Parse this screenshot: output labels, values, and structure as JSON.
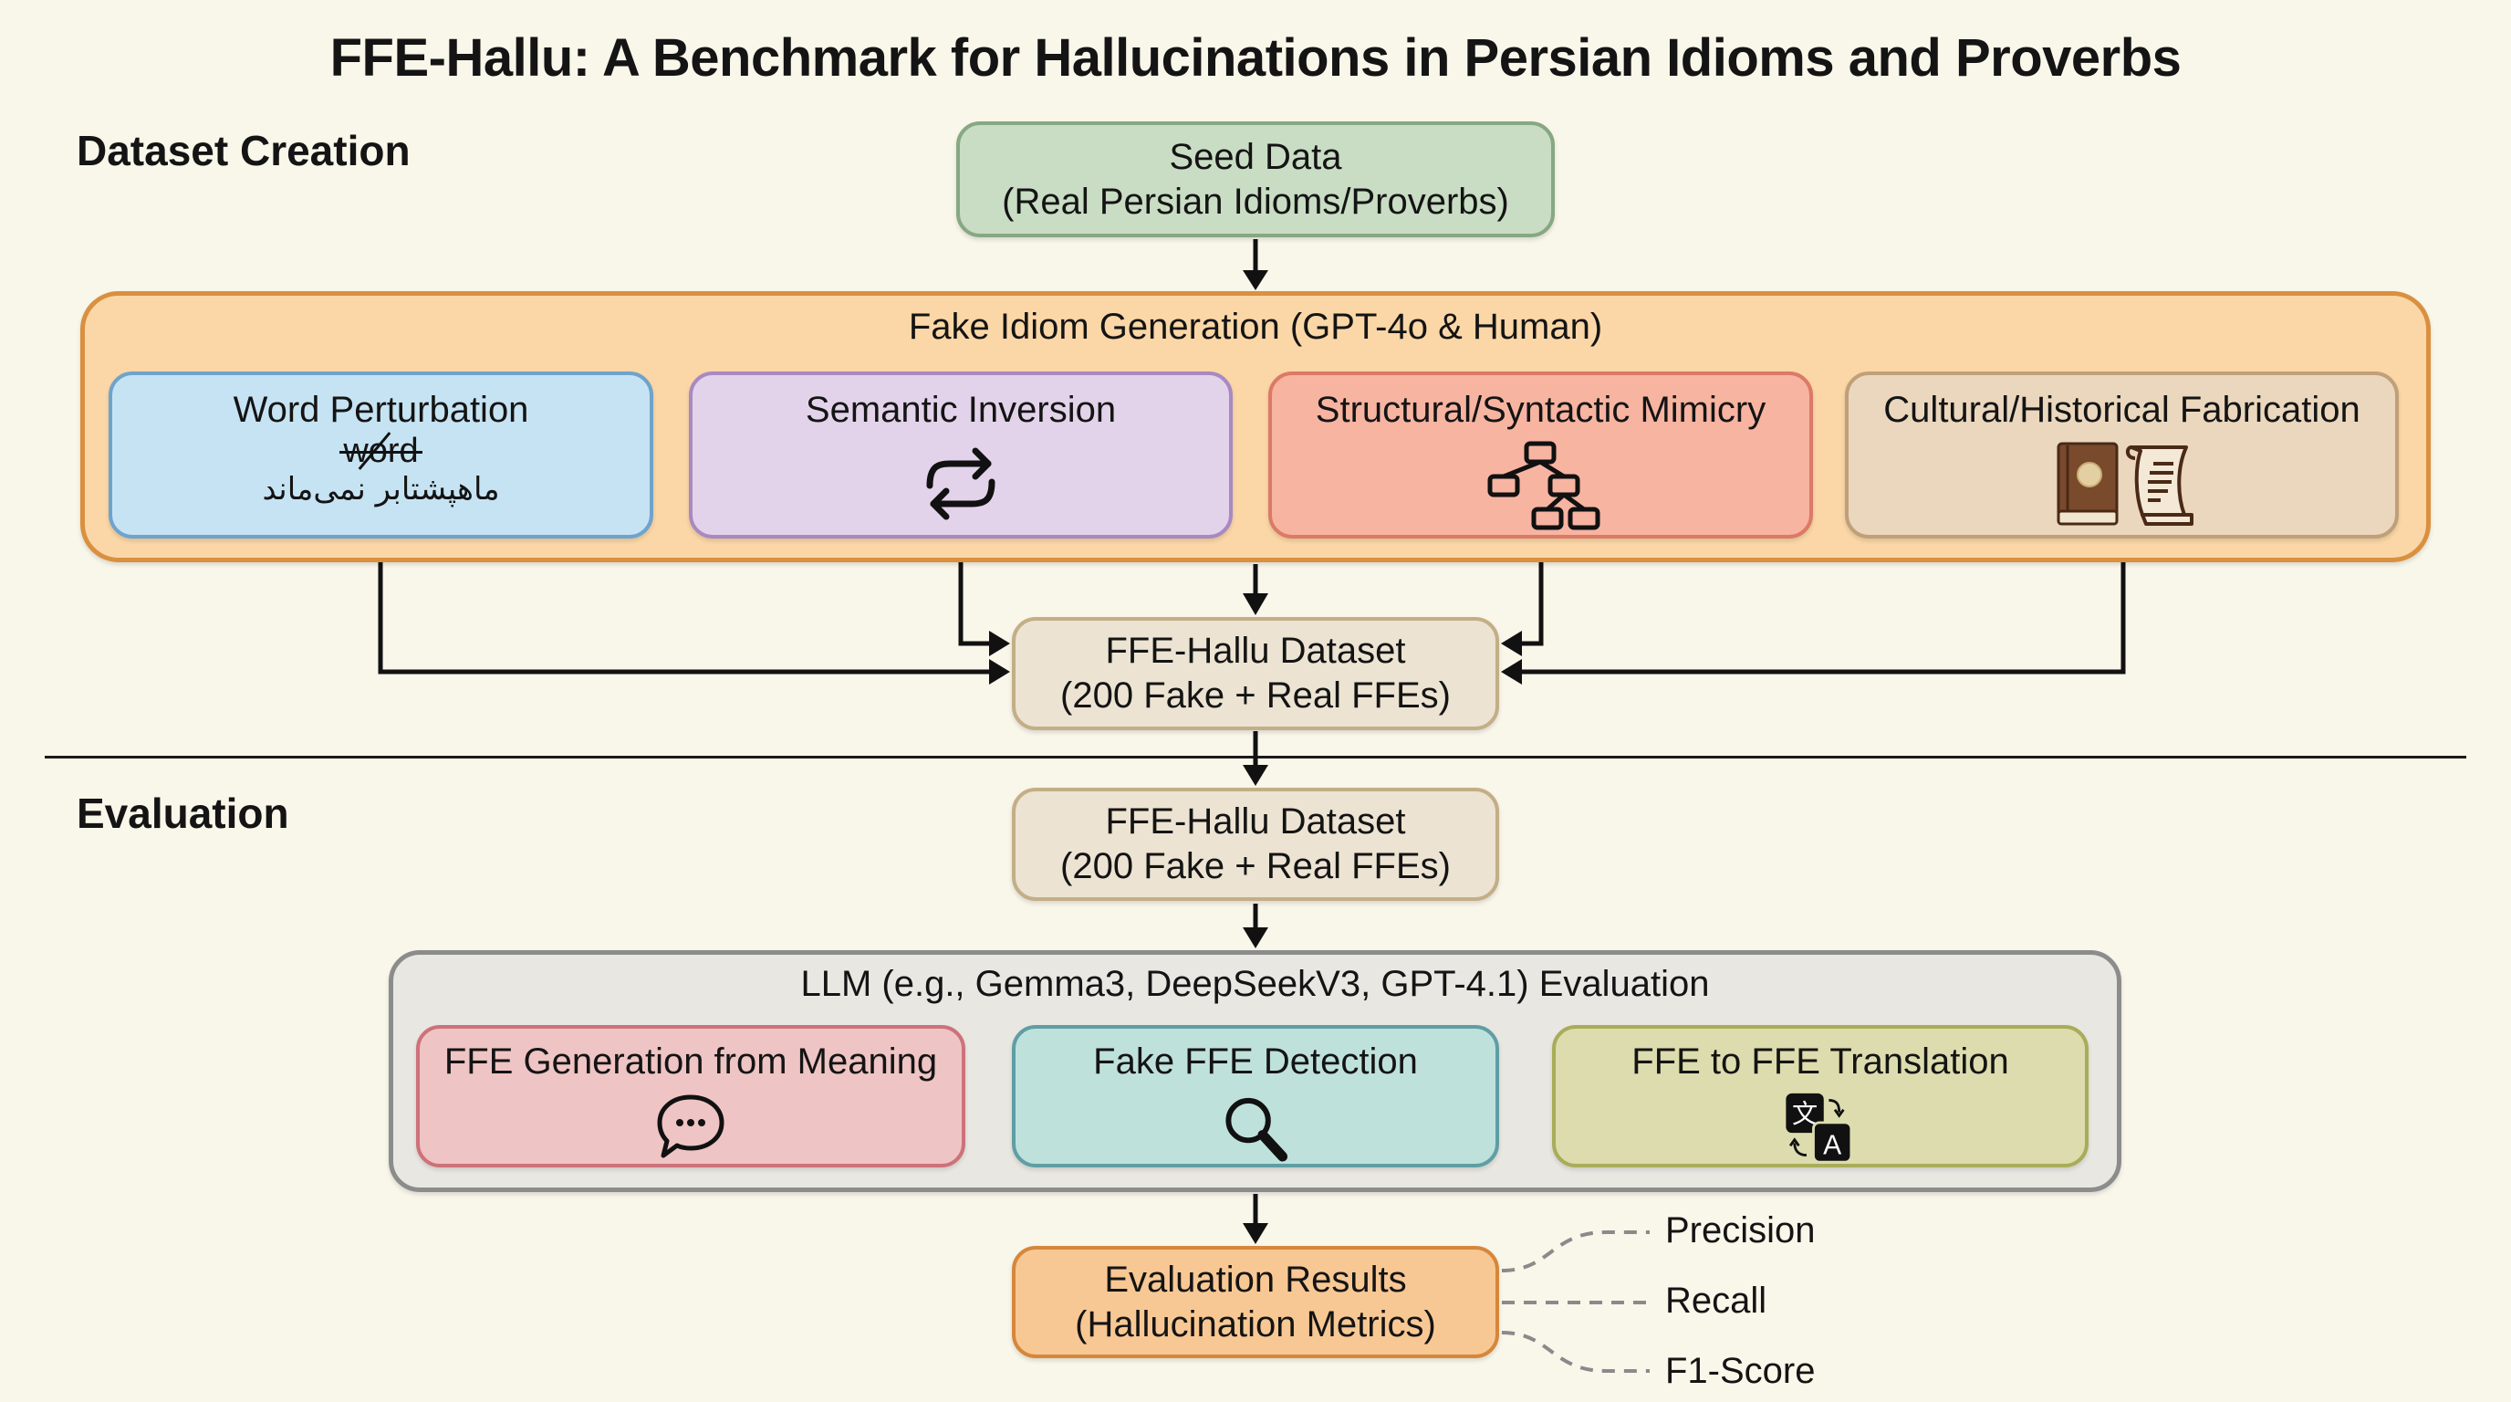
{
  "title": "FFE-Hallu: A Benchmark for Hallucinations in Persian Idioms and Proverbs",
  "sections": {
    "dataset_creation": "Dataset Creation",
    "evaluation": "Evaluation"
  },
  "seed": {
    "line1": "Seed Data",
    "line2": "(Real Persian Idioms/Proverbs)"
  },
  "generation": {
    "label": "Fake Idiom Generation (GPT-4o & Human)",
    "methods": [
      {
        "label": "Word Perturbation",
        "example_word": "word",
        "example_persian": "ماهپشتابر نمی‌ماند",
        "icon": "strikethrough-word-icon",
        "color": "#c6e3f3"
      },
      {
        "label": "Semantic Inversion",
        "icon": "swap-arrows-icon",
        "color": "#e2d3ea"
      },
      {
        "label": "Structural/Syntactic Mimicry",
        "icon": "tree-structure-icon",
        "color": "#f7b4a1"
      },
      {
        "label": "Cultural/Historical Fabrication",
        "icon": "book-and-scroll-icon",
        "color": "#ead7bd"
      }
    ]
  },
  "dataset": {
    "line1": "FFE-Hallu Dataset",
    "line2": "(200 Fake + Real FFEs)"
  },
  "llm": {
    "label": "LLM (e.g., Gemma3, DeepSeekV3, GPT-4.1) Evaluation",
    "tasks": [
      {
        "label": "FFE Generation from Meaning",
        "icon": "speech-bubble-icon",
        "color": "#efc4c4"
      },
      {
        "label": "Fake FFE Detection",
        "icon": "magnifier-icon",
        "color": "#bfe1dc"
      },
      {
        "label": "FFE to FFE Translation",
        "icon": "translate-icon",
        "color": "#dcdcae"
      }
    ]
  },
  "results": {
    "line1": "Evaluation Results",
    "line2": "(Hallucination Metrics)",
    "metrics": [
      "Precision",
      "Recall",
      "F1-Score"
    ]
  }
}
